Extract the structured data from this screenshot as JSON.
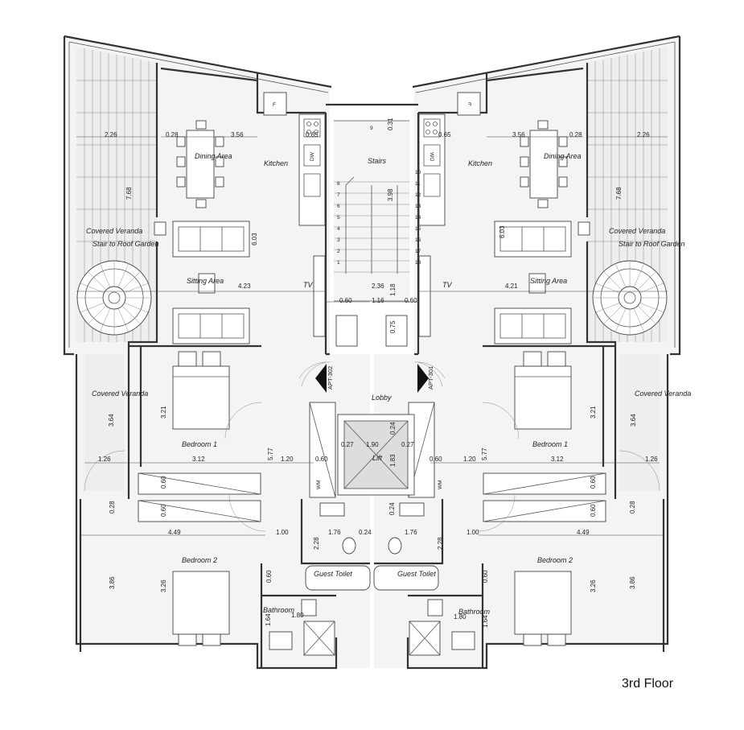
{
  "caption": "3rd Floor",
  "units": {
    "left": {
      "apt_tag": "APT-302",
      "covered_veranda_top": "Covered Veranda",
      "stair_roof": "Stair to Roof Garden",
      "dining": "Dining Area",
      "kitchen": "Kitchen",
      "sitting": "Sitting Area",
      "tv": "TV",
      "covered_veranda_mid": "Covered Veranda",
      "bedroom1": "Bedroom 1",
      "bedroom2": "Bedroom 2",
      "bathroom": "Bathroom",
      "guest_toilet": "Guest Toilet",
      "fridge": "F",
      "dishwasher": "DW",
      "wardrobe": "WM",
      "dims": {
        "d_veranda_w": "2.26",
        "d_dining_gap": "0.28",
        "d_dining_w": "3.56",
        "d_veranda_h": "7.68",
        "d_living_h": "6.03",
        "d_living_w": "4.23",
        "d_sink": "0.65",
        "d_bed1_h": "3.21",
        "d_ver2_h": "3.64",
        "d_ver2_w": "1.26",
        "d_bed1_w": "3.12",
        "d_corr": "1.20",
        "d_corr_h": "5.77",
        "d_wm": "0.60",
        "d_wm2": "0.60",
        "d_wall": "0.60",
        "d_wall2": "0.28",
        "d_bed2_w": "4.49",
        "d_door": "1.00",
        "d_bed2_h": "3.86",
        "d_bed2_h2": "3.26",
        "d_bath_w": "1.80",
        "d_bath_h": "1.64",
        "d_gt_h": "2.28",
        "d_gt_w": "1.76",
        "d_gt_gap": "0.24",
        "d_gt_wall": "0.60",
        "d_tv_gap": "0.60"
      }
    },
    "right": {
      "apt_tag": "APT-301",
      "covered_veranda_top": "Covered Veranda",
      "stair_roof": "Stair to Roof Garden",
      "dining": "Dining Area",
      "kitchen": "Kitchen",
      "sitting": "Sitting Area",
      "tv": "TV",
      "covered_veranda_mid": "Covered Veranda",
      "bedroom1": "Bedroom 1",
      "bedroom2": "Bedroom 2",
      "bathroom": "Bathroom",
      "guest_toilet": "Guest Toilet",
      "fridge": "F",
      "dishwasher": "DW",
      "wardrobe": "WM",
      "dims": {
        "d_veranda_w": "2.26",
        "d_dining_gap": "0.28",
        "d_dining_w": "3.56",
        "d_veranda_h": "7.68",
        "d_living_h": "6.03",
        "d_living_w": "4.21",
        "d_sink": "0.65",
        "d_bed1_h": "3.21",
        "d_ver2_h": "3.64",
        "d_ver2_w": "1.26",
        "d_bed1_w": "3.12",
        "d_corr": "1.20",
        "d_corr_h": "5.77",
        "d_wm": "0.60",
        "d_wm2": "0.60",
        "d_wall": "0.60",
        "d_wall2": "0.28",
        "d_bed2_w": "4.49",
        "d_door": "1.00",
        "d_bed2_h": "3.86",
        "d_bed2_h2": "3.26",
        "d_bath_w": "1.80",
        "d_bath_h": "1.64",
        "d_gt_h": "2.28",
        "d_gt_w": "1.76",
        "d_gt_gap": "0.24",
        "d_gt_wall": "0.60",
        "d_tv_gap": "0.60"
      }
    }
  },
  "core": {
    "stairs": "Stairs",
    "lobby": "Lobby",
    "lift": "Lift",
    "dims": {
      "stair_top": "0.31",
      "stair_run": "3.98",
      "stair_w": "2.36",
      "landing_w": "1.16",
      "landing_h": "1.18",
      "gap_l": "0.60",
      "gap_r": "0.60",
      "lobby_h": "0.75",
      "lift_w": "1.90",
      "lift_h": "1.83",
      "lift_wl": "0.27",
      "lift_wr": "0.27",
      "lift_top": "0.24"
    },
    "steps_left": [
      "9",
      "8",
      "7",
      "6",
      "5",
      "4",
      "3",
      "2",
      "1"
    ],
    "steps_right": [
      "10",
      "11",
      "12",
      "13",
      "14",
      "15",
      "16",
      "17",
      "18"
    ]
  }
}
